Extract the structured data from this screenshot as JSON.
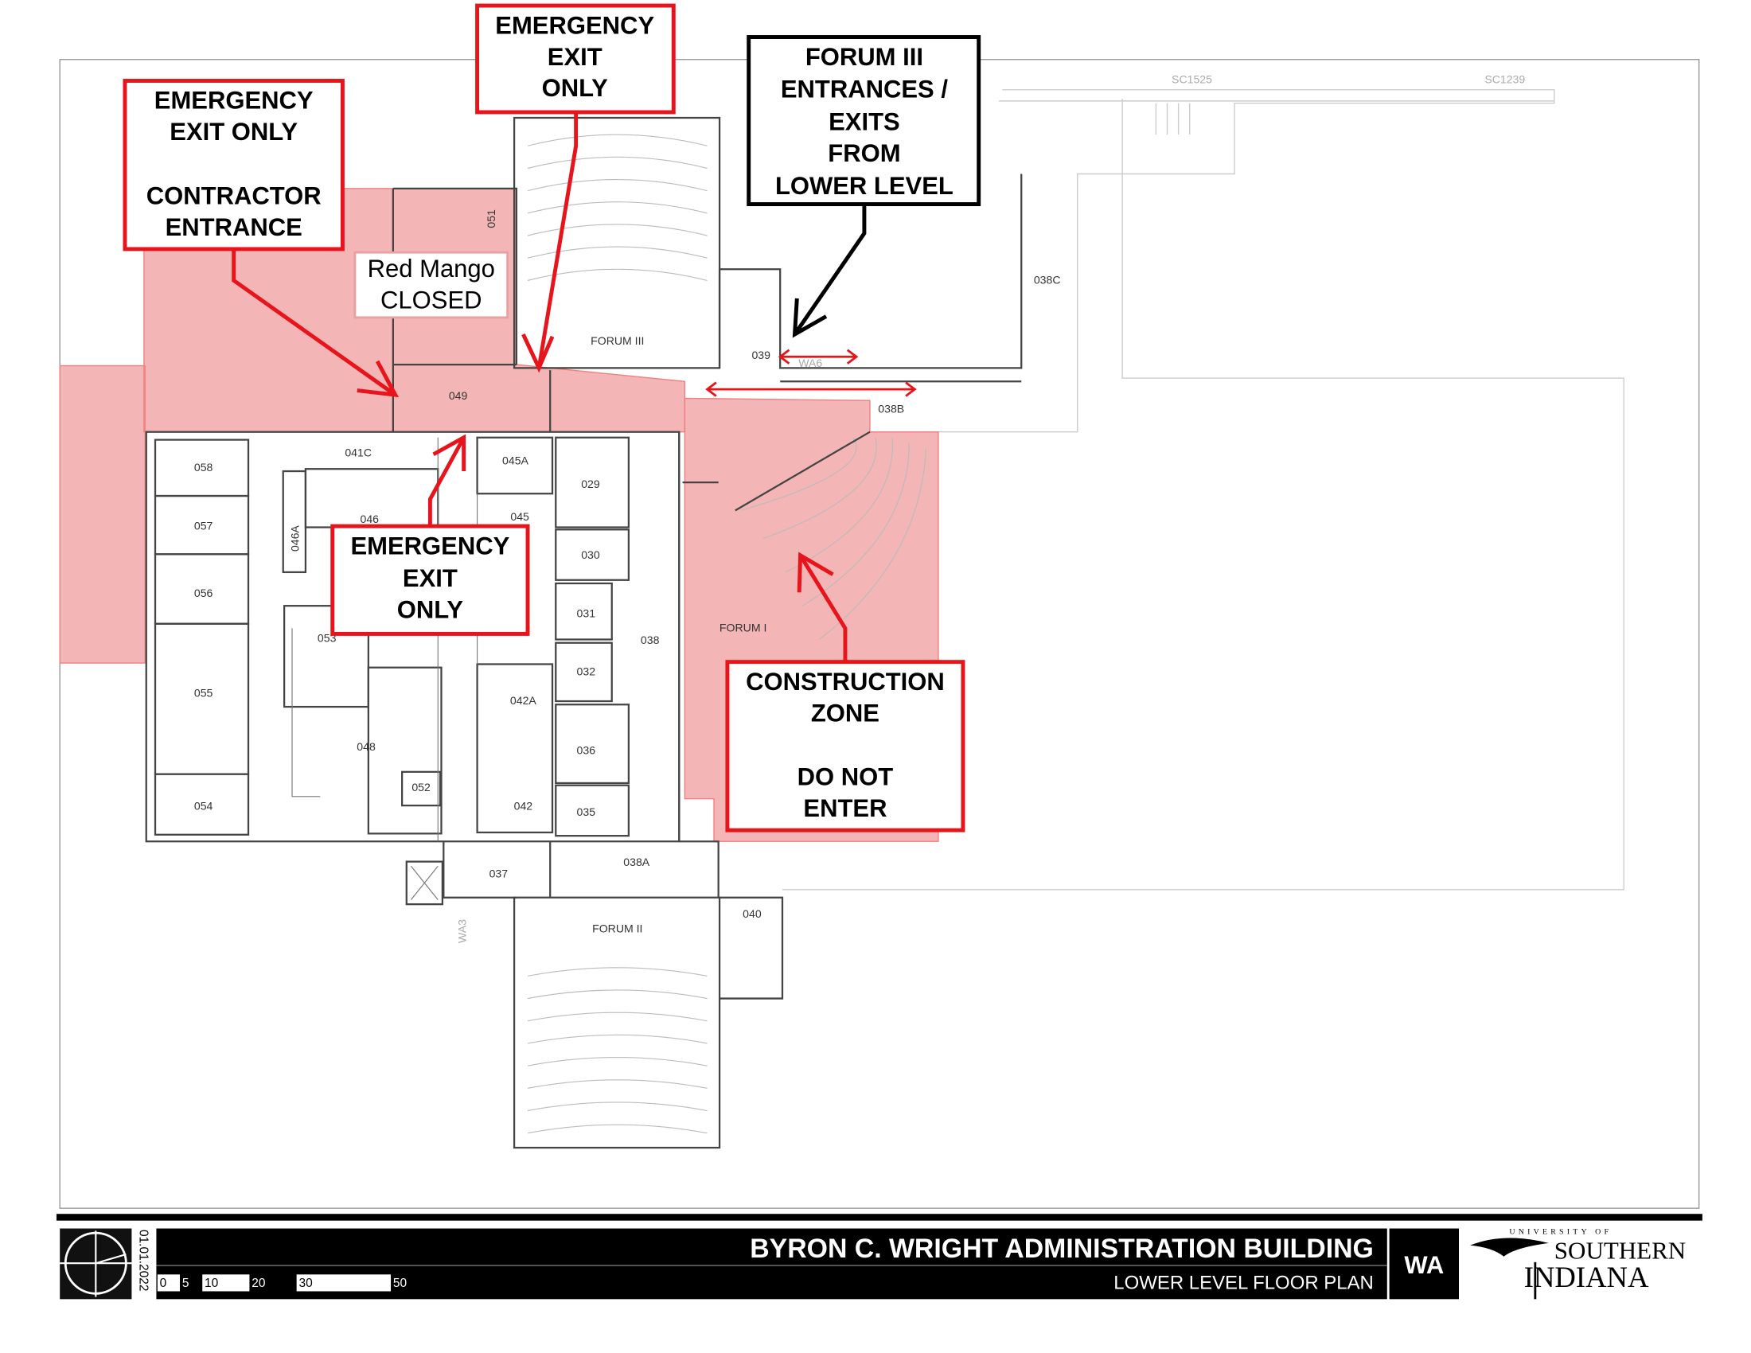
{
  "map": {
    "title": "BYRON C. WRIGHT ADMINISTRATION BUILDING",
    "subtitle": "LOWER LEVEL FLOOR PLAN",
    "building_code": "WA",
    "date": "01.01.2022",
    "logo": "UNIVERSITY OF SOUTHERN INDIANA",
    "scale_labels": [
      "0",
      "5",
      "10",
      "20",
      "30",
      "50"
    ],
    "colors": {
      "callout_red": "#e8141b",
      "zone_fill": "#ec8e8e"
    }
  },
  "callouts": {
    "contractor": {
      "l1": "EMERGENCY",
      "l2": "EXIT ONLY",
      "l3": "CONTRACTOR",
      "l4": "ENTRANCE"
    },
    "exit_top": {
      "l1": "EMERGENCY",
      "l2": "EXIT",
      "l3": "ONLY"
    },
    "forum3": {
      "l1": "FORUM III",
      "l2": "ENTRANCES /",
      "l3": "EXITS",
      "l4": "FROM",
      "l5": "LOWER LEVEL"
    },
    "red_mango": {
      "l1": "Red Mango",
      "l2": "CLOSED"
    },
    "exit_mid": {
      "l1": "EMERGENCY",
      "l2": "EXIT",
      "l3": "ONLY"
    },
    "construction": {
      "l1": "CONSTRUCTION",
      "l2": "ZONE",
      "l3": "DO NOT",
      "l4": "ENTER"
    }
  },
  "rooms": {
    "r051": "051",
    "forum3": "FORUM III",
    "r039": "039",
    "wa6": "WA6",
    "r038c": "038C",
    "r038b": "038B",
    "r049": "049",
    "r041c": "041C",
    "r045a": "045A",
    "r029": "029",
    "r058": "058",
    "r057": "057",
    "r056": "056",
    "r055": "055",
    "r054": "054",
    "r046": "046",
    "r046a": "046A",
    "r045": "045",
    "r030": "030",
    "r031": "031",
    "r032": "032",
    "r036": "036",
    "r035": "035",
    "r038": "038",
    "r053": "053",
    "r042a": "042A",
    "r048": "048",
    "r052": "052",
    "r042": "042",
    "forum1": "FORUM I",
    "r038a": "038A",
    "r037": "037",
    "wa3": "WA3",
    "forum2": "FORUM II",
    "r040": "040",
    "sc1525": "SC1525",
    "sc1239": "SC1239"
  }
}
